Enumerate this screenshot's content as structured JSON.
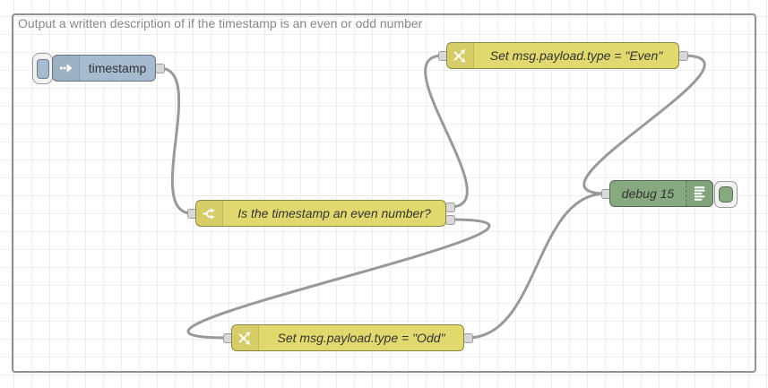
{
  "canvas": {
    "background": "#ffffff",
    "grid_color": "#eeeeee"
  },
  "group": {
    "label": "Output a written description of if the timestamp is an even or odd number",
    "border_color": "#919191",
    "label_color": "#888888"
  },
  "palette": {
    "wire": "#999999",
    "port_fill": "#d9d9d9",
    "port_border": "#999999",
    "node_text": "#333333"
  },
  "nodes": [
    {
      "id": "timestamp",
      "type": "inject",
      "label": "timestamp",
      "color": "#a6bbcf",
      "icon": "inject-arrow-icon",
      "has_button": true
    },
    {
      "id": "switch",
      "type": "switch",
      "label": "Is the timestamp an even number?",
      "color": "#e2d96e",
      "icon": "switch-fork-icon",
      "outputs": 2
    },
    {
      "id": "change-even",
      "type": "change",
      "label": "Set msg.payload.type = \"Even\"",
      "color": "#e2d96e",
      "icon": "change-swap-icon"
    },
    {
      "id": "change-odd",
      "type": "change",
      "label": "Set msg.payload.type = \"Odd\"",
      "color": "#e2d96e",
      "icon": "change-swap-icon"
    },
    {
      "id": "debug",
      "type": "debug",
      "label": "debug 15",
      "color": "#87a980",
      "icon": "debug-output-icon",
      "has_button": true
    }
  ],
  "wires": [
    {
      "from": "timestamp:out",
      "to": "switch:in"
    },
    {
      "from": "switch:out1",
      "to": "change-even:in"
    },
    {
      "from": "switch:out2",
      "to": "change-odd:in"
    },
    {
      "from": "change-even:out",
      "to": "debug:in"
    },
    {
      "from": "change-odd:out",
      "to": "debug:in"
    }
  ]
}
